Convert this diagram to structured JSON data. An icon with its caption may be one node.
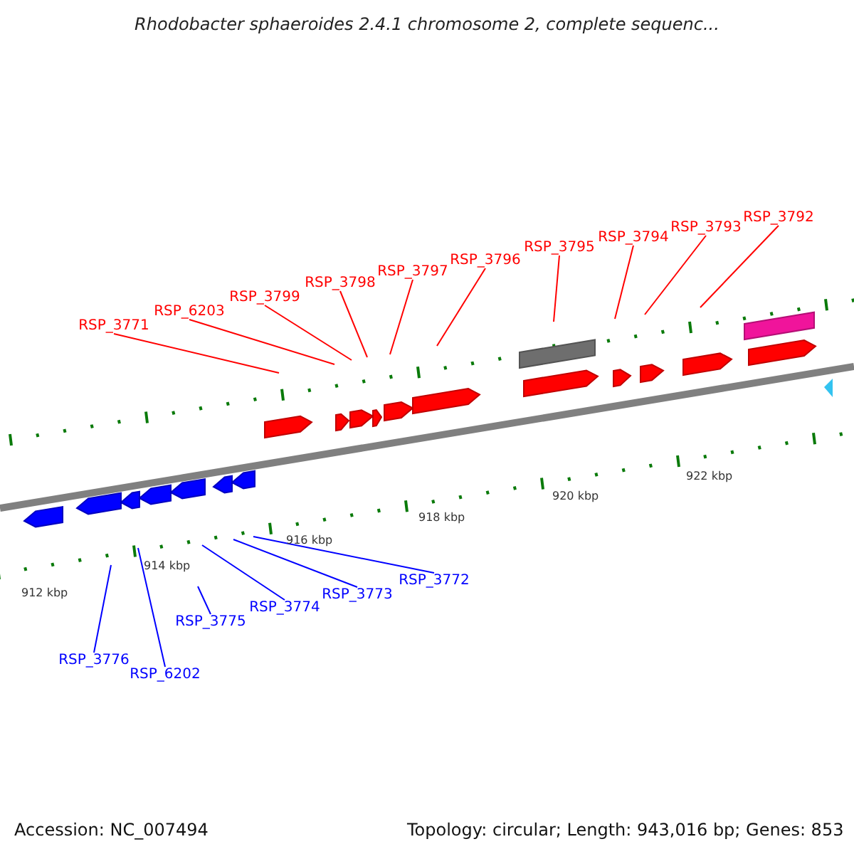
{
  "diagram": {
    "title": "Rhodobacter sphaeroides 2.4.1 chromosome 2, complete sequenc...",
    "nodes": [
      {
        "text": [
          "RSP_3771"
        ]
      },
      {
        "text": [
          "RSP_6203"
        ]
      },
      {
        "text": [
          "RSP_3799"
        ]
      },
      {
        "text": [
          "RSP_3798"
        ]
      },
      {
        "text": [
          "RSP_3797"
        ]
      },
      {
        "text": [
          "RSP_3796"
        ]
      },
      {
        "text": [
          "RSP_3795"
        ]
      },
      {
        "text": [
          "RSP_3794"
        ]
      },
      {
        "text": [
          "RSP_3793"
        ]
      },
      {
        "text": [
          "RSP_3792"
        ]
      },
      {
        "text": [
          "RSP_3776"
        ]
      },
      {
        "text": [
          "RSP_6202"
        ]
      },
      {
        "text": [
          "RSP_3775"
        ]
      },
      {
        "text": [
          "RSP_3774"
        ]
      },
      {
        "text": [
          "RSP_3773"
        ]
      },
      {
        "text": [
          "RSP_3772"
        ]
      }
    ],
    "edges": [
      {
        "from": 0,
        "to": null,
        "arrow": "none"
      },
      {
        "from": 1,
        "to": null,
        "arrow": "none"
      },
      {
        "from": 2,
        "to": null,
        "arrow": "none"
      },
      {
        "from": 3,
        "to": null,
        "arrow": "none"
      },
      {
        "from": 4,
        "to": null,
        "arrow": "none"
      },
      {
        "from": 5,
        "to": null,
        "arrow": "none"
      },
      {
        "from": 6,
        "to": null,
        "arrow": "none"
      },
      {
        "from": 7,
        "to": null,
        "arrow": "none"
      },
      {
        "from": 8,
        "to": null,
        "arrow": "none"
      },
      {
        "from": 9,
        "to": null,
        "arrow": "none"
      },
      {
        "from": 10,
        "to": null,
        "arrow": "none",
        "color": "#0000ff"
      },
      {
        "from": 11,
        "to": null,
        "arrow": "none",
        "color": "#0000ff"
      },
      {
        "from": 12,
        "to": null,
        "arrow": "none",
        "color": "#0000ff"
      },
      {
        "from": 13,
        "to": null,
        "arrow": "none",
        "color": "#0000ff"
      },
      {
        "from": 14,
        "to": null,
        "arrow": "none",
        "color": "#0000ff"
      },
      {
        "from": 15,
        "to": null,
        "arrow": "none",
        "color": "#0000ff"
      }
    ],
    "labels": [
      "912 kbp",
      "914 kbp",
      "916 kbp",
      "918 kbp",
      "920 kbp",
      "922 kbp",
      "Accession: NC_007494",
      "Topology: circular; Length: 943,016 bp; Genes: 853"
    ]
  }
}
